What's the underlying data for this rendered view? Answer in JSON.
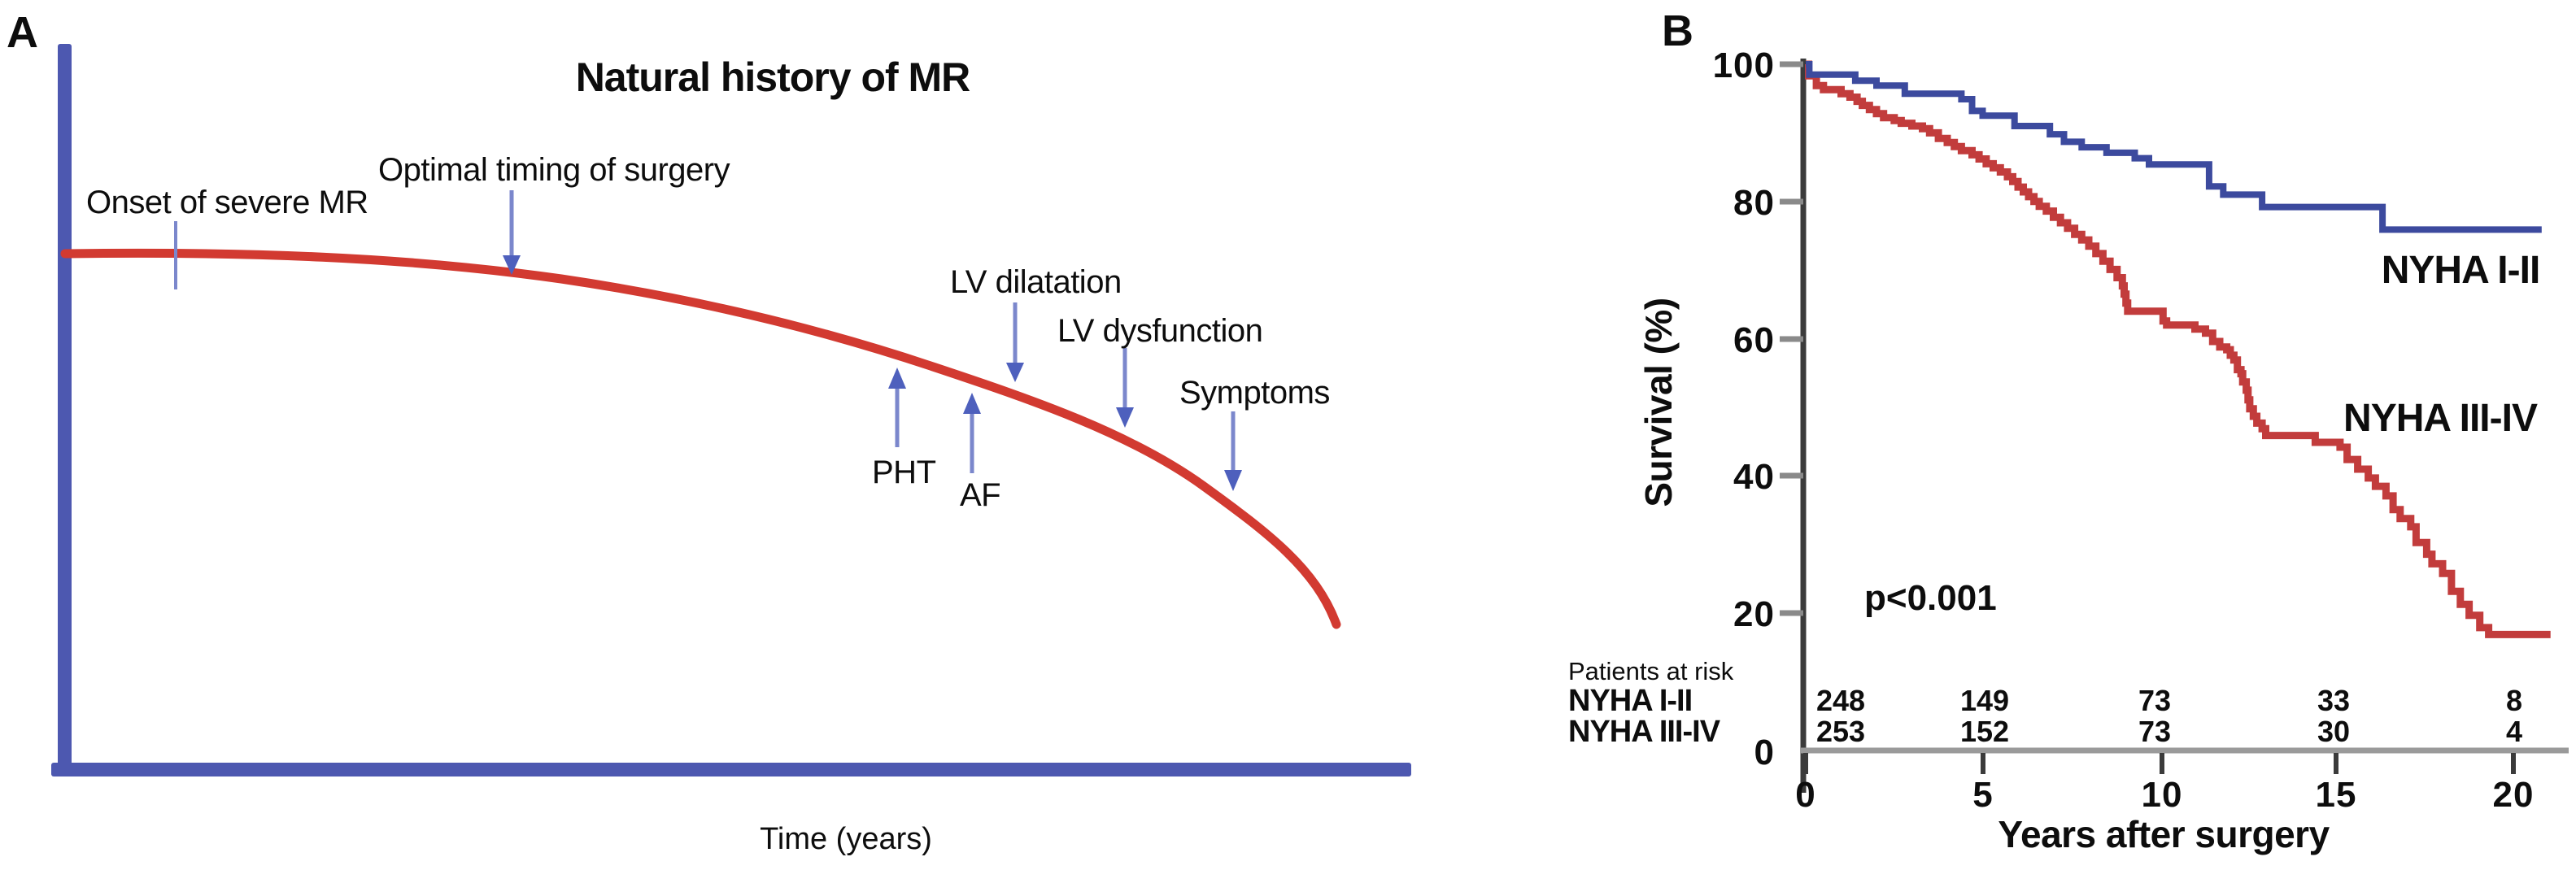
{
  "panel_a": {
    "panel_label": "A",
    "title": "Natural history of MR",
    "x_axis_label": "Time (years)",
    "annotations": {
      "onset": "Onset of severe MR",
      "optimal": "Optimal timing of surgery",
      "lv_dilatation": "LV dilatation",
      "lv_dysfunction": "LV dysfunction",
      "pht": "PHT",
      "af": "AF",
      "symptoms": "Symptoms"
    },
    "colors": {
      "curve": "#d23a31",
      "axis": "#4d58b0",
      "arrow_line": "#7b87cc",
      "arrow_head": "#4e60bd"
    }
  },
  "panel_b": {
    "panel_label": "B",
    "y_axis_label": "Survival (%)",
    "x_axis_label": "Years after surgery",
    "p_value": "p<0.001",
    "y_ticks": [
      "100",
      "80",
      "60",
      "40",
      "20",
      "0"
    ],
    "x_ticks": [
      "0",
      "5",
      "10",
      "15",
      "20"
    ],
    "legend": {
      "series1": "NYHA I-II",
      "series2": "NYHA III-IV"
    },
    "risk_table": {
      "title": "Patients at risk",
      "rows": [
        {
          "label": "NYHA I-II",
          "counts": [
            "248",
            "149",
            "73",
            "33",
            "8"
          ]
        },
        {
          "label": "NYHA III-IV",
          "counts": [
            "253",
            "152",
            "73",
            "30",
            "4"
          ]
        }
      ]
    },
    "colors": {
      "series1": "#3c4a9e",
      "series2": "#c23c3c",
      "y_axis": "#3b3b3b",
      "x_axis": "#9a9a9a"
    }
  },
  "chart_data": [
    {
      "type": "line",
      "title": "Natural history of MR",
      "xlabel": "Time (years)",
      "ylabel": "",
      "description": "Schematic curve of disease status slowly declining after onset of severe MR, then accelerating downward; no numeric axes.",
      "annotations_in_order": [
        "Onset of severe MR",
        "Optimal timing of surgery",
        "PHT",
        "AF",
        "LV dilatation",
        "LV dysfunction",
        "Symptoms"
      ],
      "legend_position": "none",
      "grid": false
    },
    {
      "type": "line",
      "subtype": "kaplan-meier",
      "xlabel": "Years after surgery",
      "ylabel": "Survival (%)",
      "xlim": [
        0,
        21
      ],
      "ylim": [
        0,
        100
      ],
      "x_ticks": [
        0,
        5,
        10,
        15,
        20
      ],
      "y_ticks": [
        0,
        20,
        40,
        60,
        80,
        100
      ],
      "p_value": "p<0.001",
      "grid": false,
      "legend_position": "inline-right",
      "series": [
        {
          "name": "NYHA I-II",
          "color": "#3c4a9e",
          "steps": [
            [
              0,
              100
            ],
            [
              0.1,
              98.5
            ],
            [
              1.4,
              97.6
            ],
            [
              2.0,
              96.9
            ],
            [
              2.8,
              95.7
            ],
            [
              4.4,
              94.9
            ],
            [
              4.7,
              93.2
            ],
            [
              5.0,
              92.5
            ],
            [
              5.9,
              91.0
            ],
            [
              6.9,
              89.8
            ],
            [
              7.3,
              88.7
            ],
            [
              7.8,
              87.9
            ],
            [
              8.5,
              87.1
            ],
            [
              9.3,
              86.3
            ],
            [
              9.7,
              85.4
            ],
            [
              11.4,
              82.2
            ],
            [
              11.8,
              81.0
            ],
            [
              12.9,
              79.2
            ],
            [
              16.3,
              75.9
            ],
            [
              20.8,
              75.9
            ]
          ]
        },
        {
          "name": "NYHA III-IV",
          "color": "#c23c3c",
          "steps": [
            [
              0,
              100
            ],
            [
              0.08,
              98.3
            ],
            [
              0.3,
              96.9
            ],
            [
              0.5,
              96.3
            ],
            [
              1.0,
              95.7
            ],
            [
              1.25,
              95.2
            ],
            [
              1.45,
              94.6
            ],
            [
              1.6,
              94.0
            ],
            [
              1.8,
              93.4
            ],
            [
              2.0,
              92.8
            ],
            [
              2.2,
              92.2
            ],
            [
              2.5,
              91.8
            ],
            [
              2.7,
              91.4
            ],
            [
              3.0,
              91.0
            ],
            [
              3.3,
              90.6
            ],
            [
              3.5,
              90.0
            ],
            [
              3.75,
              89.2
            ],
            [
              4.0,
              88.6
            ],
            [
              4.2,
              88.0
            ],
            [
              4.4,
              87.4
            ],
            [
              4.7,
              86.8
            ],
            [
              4.9,
              86.2
            ],
            [
              5.1,
              85.5
            ],
            [
              5.3,
              84.9
            ],
            [
              5.5,
              84.3
            ],
            [
              5.7,
              83.6
            ],
            [
              5.85,
              82.9
            ],
            [
              6.0,
              82.1
            ],
            [
              6.15,
              81.4
            ],
            [
              6.3,
              80.7
            ],
            [
              6.45,
              80.0
            ],
            [
              6.6,
              79.3
            ],
            [
              6.8,
              78.6
            ],
            [
              7.0,
              77.7
            ],
            [
              7.2,
              76.9
            ],
            [
              7.4,
              76.1
            ],
            [
              7.6,
              75.2
            ],
            [
              7.8,
              74.4
            ],
            [
              8.0,
              73.5
            ],
            [
              8.2,
              72.4
            ],
            [
              8.4,
              71.3
            ],
            [
              8.6,
              70.1
            ],
            [
              8.8,
              68.9
            ],
            [
              8.95,
              67.7
            ],
            [
              9.0,
              66.5
            ],
            [
              9.05,
              65.2
            ],
            [
              9.1,
              64.0
            ],
            [
              10.1,
              62.6
            ],
            [
              10.2,
              62.0
            ],
            [
              11.0,
              61.4
            ],
            [
              11.3,
              60.8
            ],
            [
              11.5,
              59.6
            ],
            [
              11.7,
              58.8
            ],
            [
              11.9,
              58.4
            ],
            [
              12.0,
              57.6
            ],
            [
              12.1,
              56.9
            ],
            [
              12.2,
              55.5
            ],
            [
              12.3,
              54.9
            ],
            [
              12.35,
              53.7
            ],
            [
              12.45,
              52.5
            ],
            [
              12.5,
              51.1
            ],
            [
              12.55,
              49.8
            ],
            [
              12.65,
              48.7
            ],
            [
              12.75,
              47.7
            ],
            [
              12.9,
              46.9
            ],
            [
              13.0,
              45.9
            ],
            [
              14.4,
              44.9
            ],
            [
              15.1,
              44.2
            ],
            [
              15.3,
              42.4
            ],
            [
              15.6,
              41.0
            ],
            [
              15.9,
              39.7
            ],
            [
              16.1,
              38.5
            ],
            [
              16.4,
              37.1
            ],
            [
              16.6,
              35.1
            ],
            [
              16.8,
              33.8
            ],
            [
              17.1,
              32.6
            ],
            [
              17.25,
              30.3
            ],
            [
              17.55,
              28.6
            ],
            [
              17.7,
              27.2
            ],
            [
              18.0,
              25.8
            ],
            [
              18.25,
              23.2
            ],
            [
              18.5,
              21.3
            ],
            [
              18.75,
              19.7
            ],
            [
              19.05,
              17.9
            ],
            [
              19.3,
              16.9
            ],
            [
              21.05,
              16.9
            ]
          ]
        }
      ],
      "patients_at_risk": {
        "times": [
          0,
          5,
          10,
          15,
          20
        ],
        "NYHA I-II": [
          248,
          149,
          73,
          33,
          8
        ],
        "NYHA III-IV": [
          253,
          152,
          73,
          30,
          4
        ]
      }
    }
  ]
}
